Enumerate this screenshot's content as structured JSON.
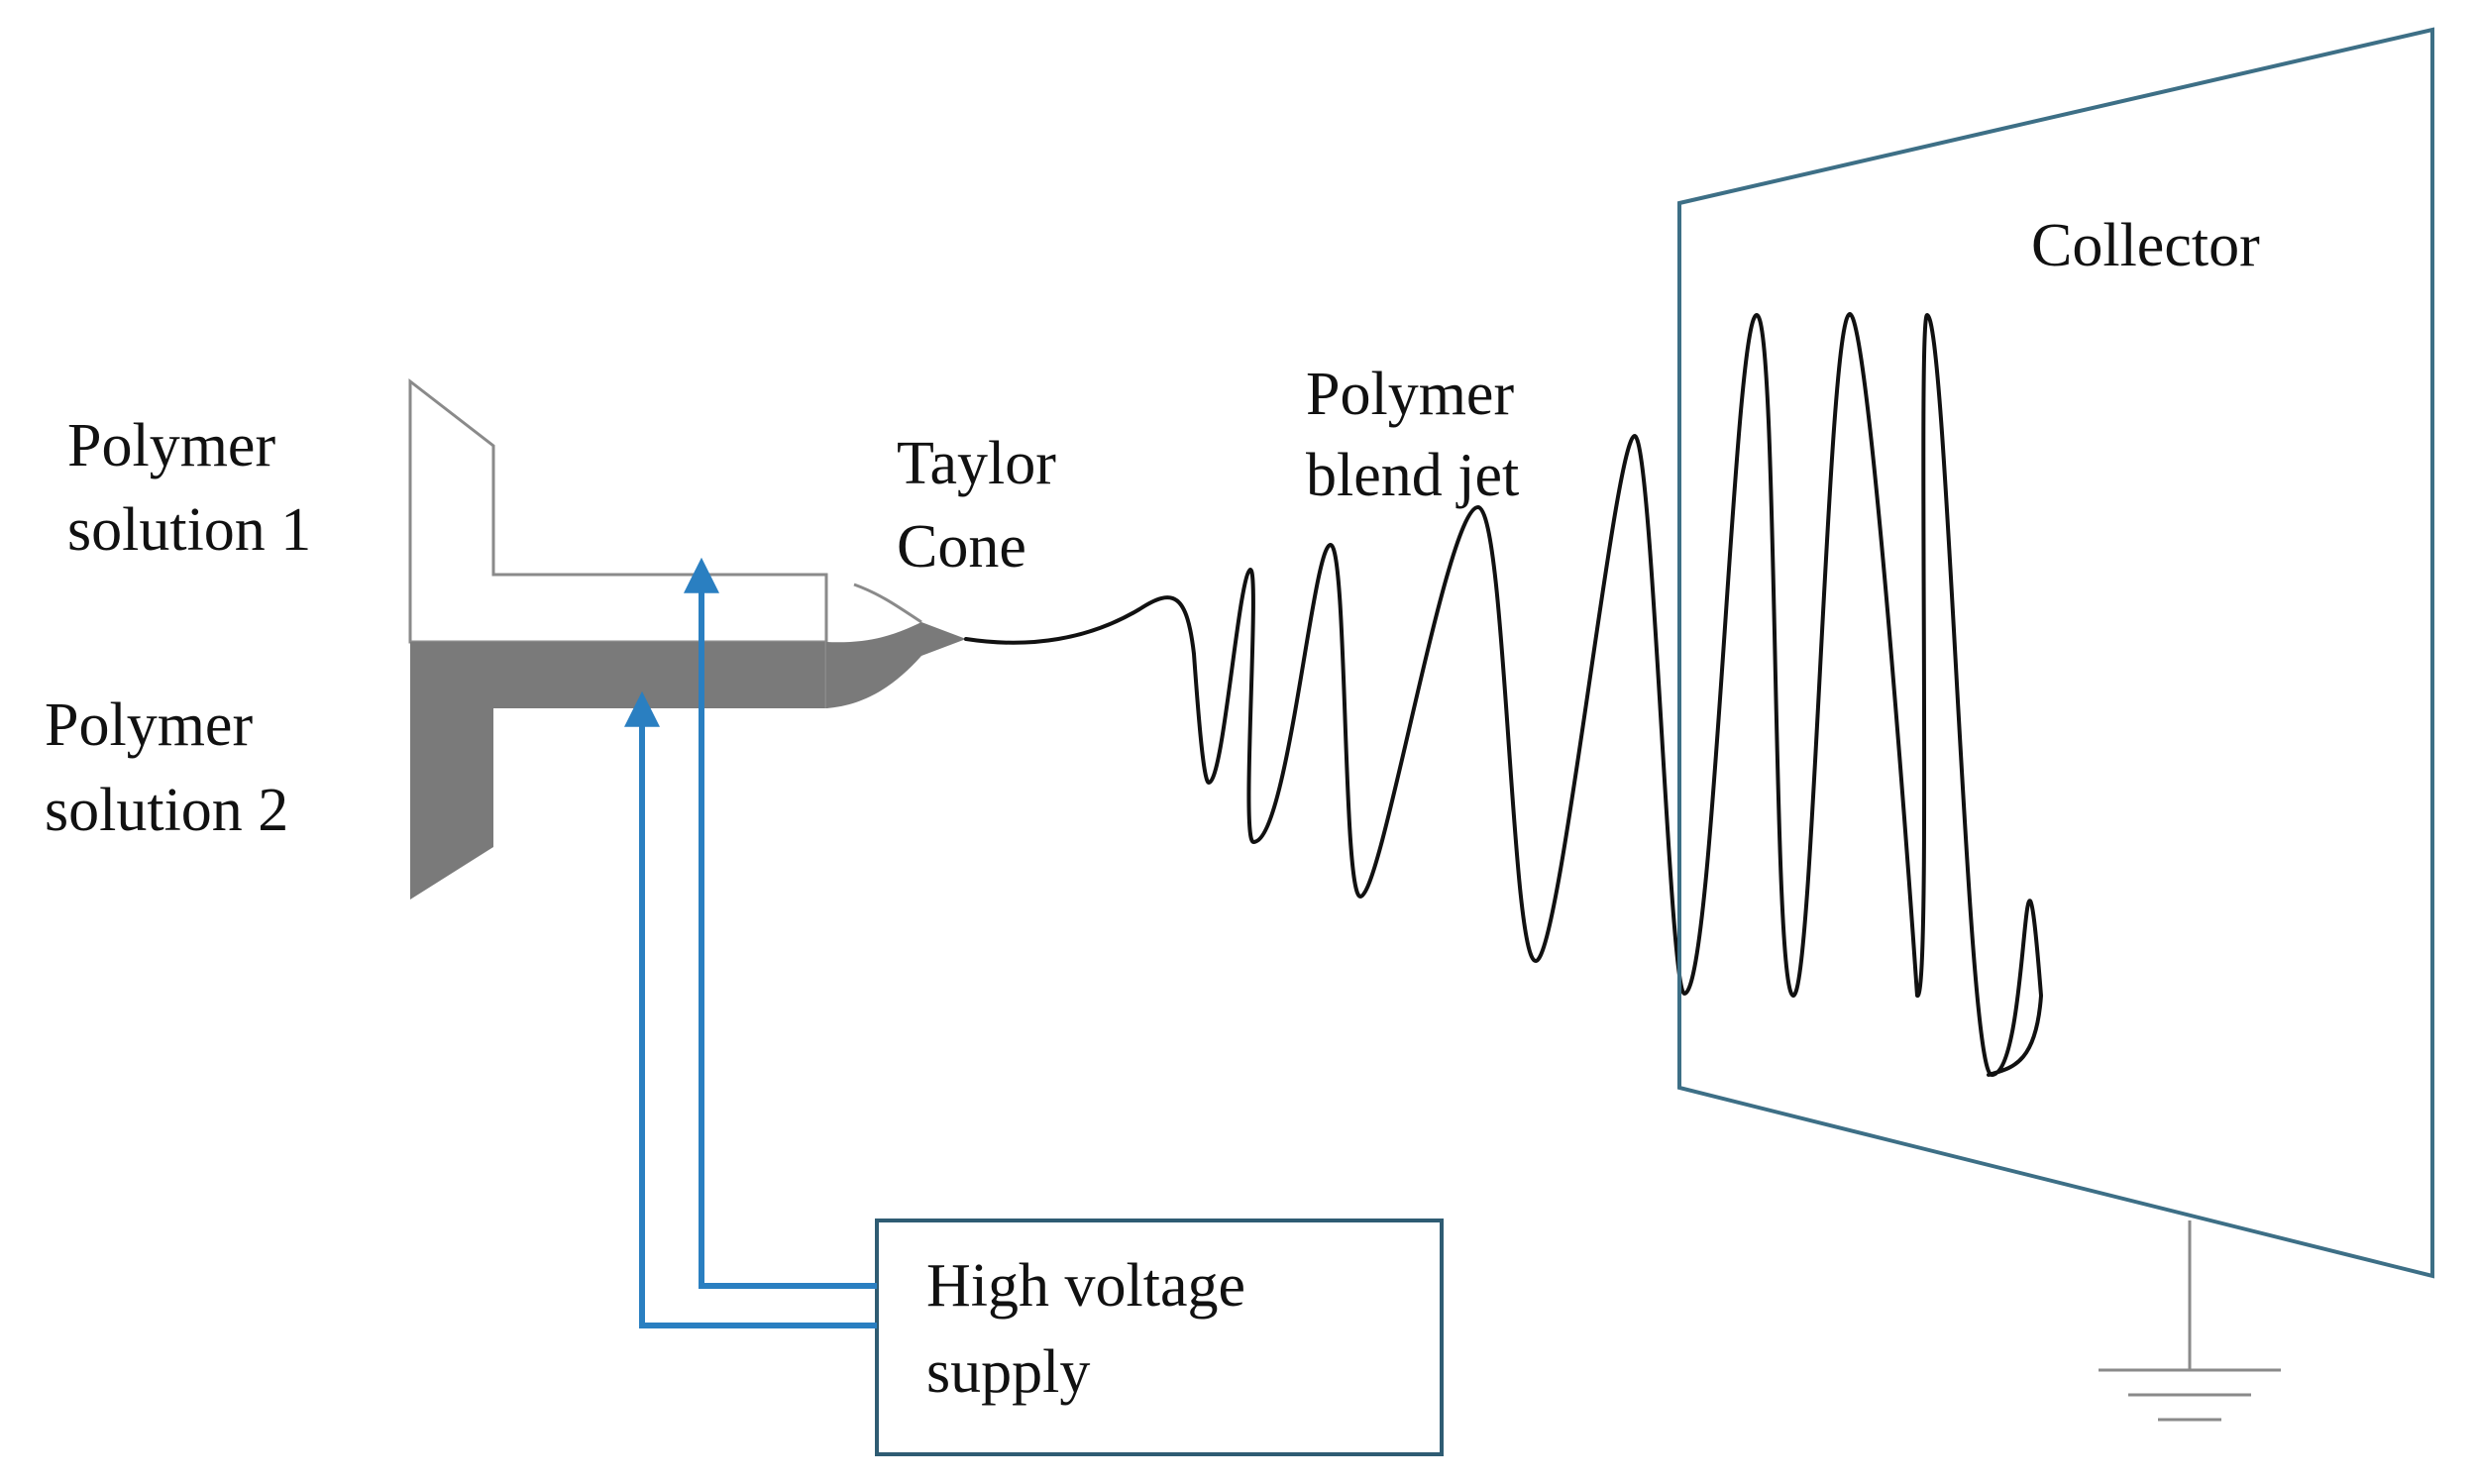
{
  "labels": {
    "solution1": {
      "line1": "Polymer",
      "line2": "solution 1"
    },
    "solution2": {
      "line1": "Polymer",
      "line2": "solution 2"
    },
    "taylor_cone": {
      "line1": "Taylor",
      "line2": "Cone"
    },
    "polymer_jet": {
      "line1": "Polymer",
      "line2": "blend jet"
    },
    "collector": "Collector",
    "power_supply": {
      "line1": "High voltage",
      "line2": "supply"
    }
  },
  "colors": {
    "ink": "#111111",
    "wire": "#2a7fc1",
    "nozzle_fill": "#7a7a7a",
    "collector_outline": "#3d6f86",
    "box_outline": "#2f5c73",
    "outline_gray": "#8a8a8a"
  }
}
